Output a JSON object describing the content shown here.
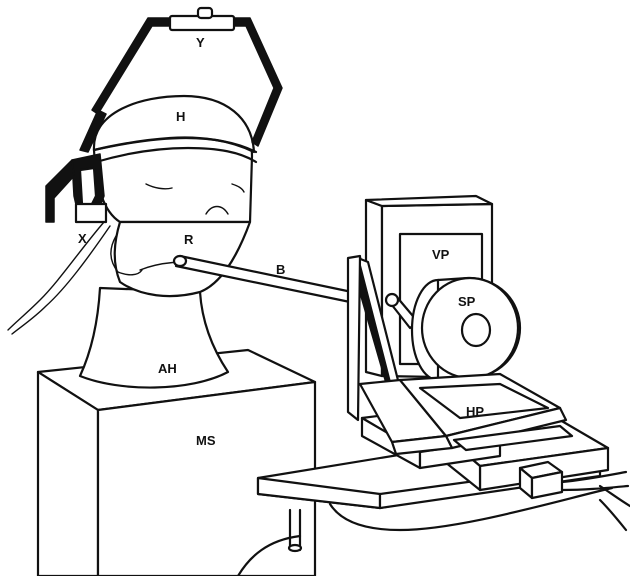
{
  "labels": {
    "Y": "Y",
    "H": "H",
    "X": "X",
    "R": "R",
    "B": "B",
    "VP": "VP",
    "SP": "SP",
    "HP": "HP",
    "AH": "AH",
    "MS": "MS"
  }
}
